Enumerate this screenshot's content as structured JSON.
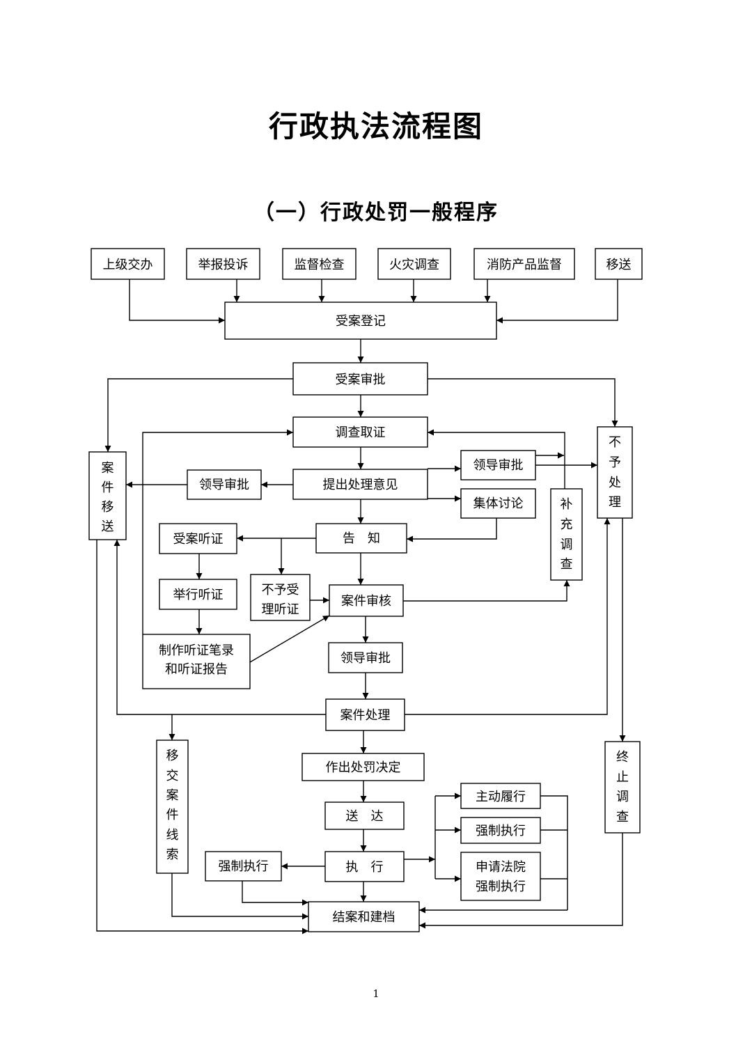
{
  "title": "行政执法流程图",
  "subtitle": "（一）行政处罚一般程序",
  "page_number": "1",
  "nodes": {
    "shangji": "上级交办",
    "jubao": "举报投诉",
    "jiandu": "监督检查",
    "huozai": "火灾调查",
    "xiaofang": "消防产品监督",
    "yisong": "移送",
    "shouan_dengji": "受案登记",
    "shouan_shenpi": "受案审批",
    "diaocha_quzheng": "调查取证",
    "tichu_yijian": "提出处理意见",
    "lingdao_left": "领导审批",
    "lingdao_right": "领导审批",
    "jiti_taolun": "集体讨论",
    "anjian_yisong": [
      "案",
      "件",
      "移",
      "送"
    ],
    "buyu_chuli": [
      "不",
      "予",
      "处",
      "理"
    ],
    "buchong_diaocha": [
      "补",
      "充",
      "调",
      "查"
    ],
    "gaozhi": "告　知",
    "shouan_tingzheng": "受案听证",
    "juxing_tingzheng": "举行听证",
    "buyu_shouli": [
      "不予受",
      "理听证"
    ],
    "zhizuo_bilu": [
      "制作听证笔录",
      "和听证报告"
    ],
    "anjian_shenhe": "案件审核",
    "lingdao_mid": "领导审批",
    "anjian_chuli": "案件处理",
    "yijiao_xiansuo": [
      "移",
      "交",
      "案",
      "件",
      "线",
      "索"
    ],
    "zhongzhi_diaocha": [
      "终",
      "止",
      "调",
      "查"
    ],
    "zuochu_jueding": "作出处罚决定",
    "songda": "送　达",
    "zhixing": "执　行",
    "qiangzhi_left": "强制执行",
    "zhudong_lvxing": "主动履行",
    "qiangzhi_right": "强制执行",
    "shenqing_fayuan": [
      "申请法院",
      "强制执行"
    ],
    "jiean": "结案和建档"
  }
}
